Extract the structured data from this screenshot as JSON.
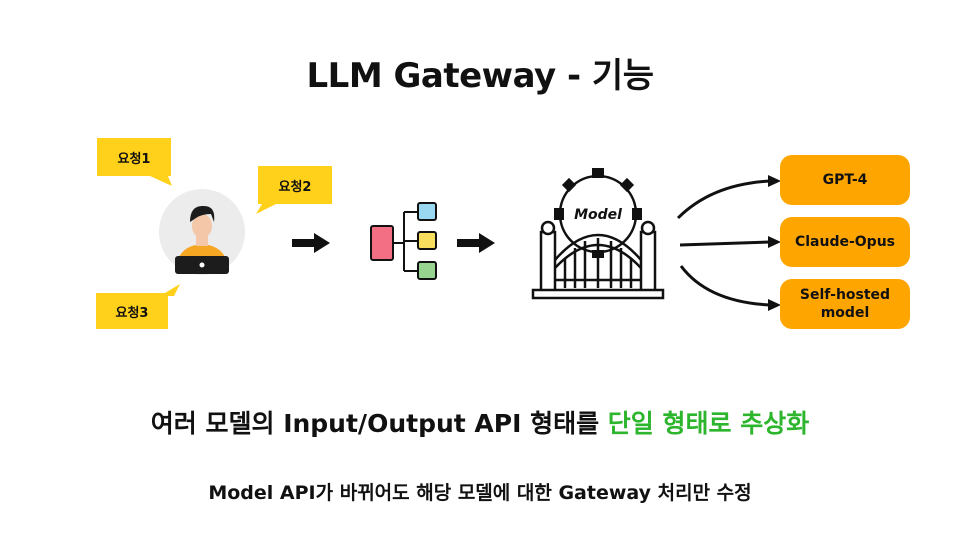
{
  "title": "LLM Gateway - 기능",
  "requests": [
    "요청1",
    "요청2",
    "요청3"
  ],
  "gate_label": "Model",
  "models": [
    "GPT-4",
    "Claude-Opus",
    "Self-hosted\nmodel"
  ],
  "subtitle": {
    "plain": "여러 모델의 Input/Output API 형태를 ",
    "highlight": "단일 형태로 추상화"
  },
  "note": "Model API가 바뀌어도 해당 모델에 대한 Gateway 처리만 수정",
  "colors": {
    "bubble": "#ffd11a",
    "model_box": "#ffa500",
    "highlight": "#2db52d",
    "shirt": "#f5a623"
  }
}
